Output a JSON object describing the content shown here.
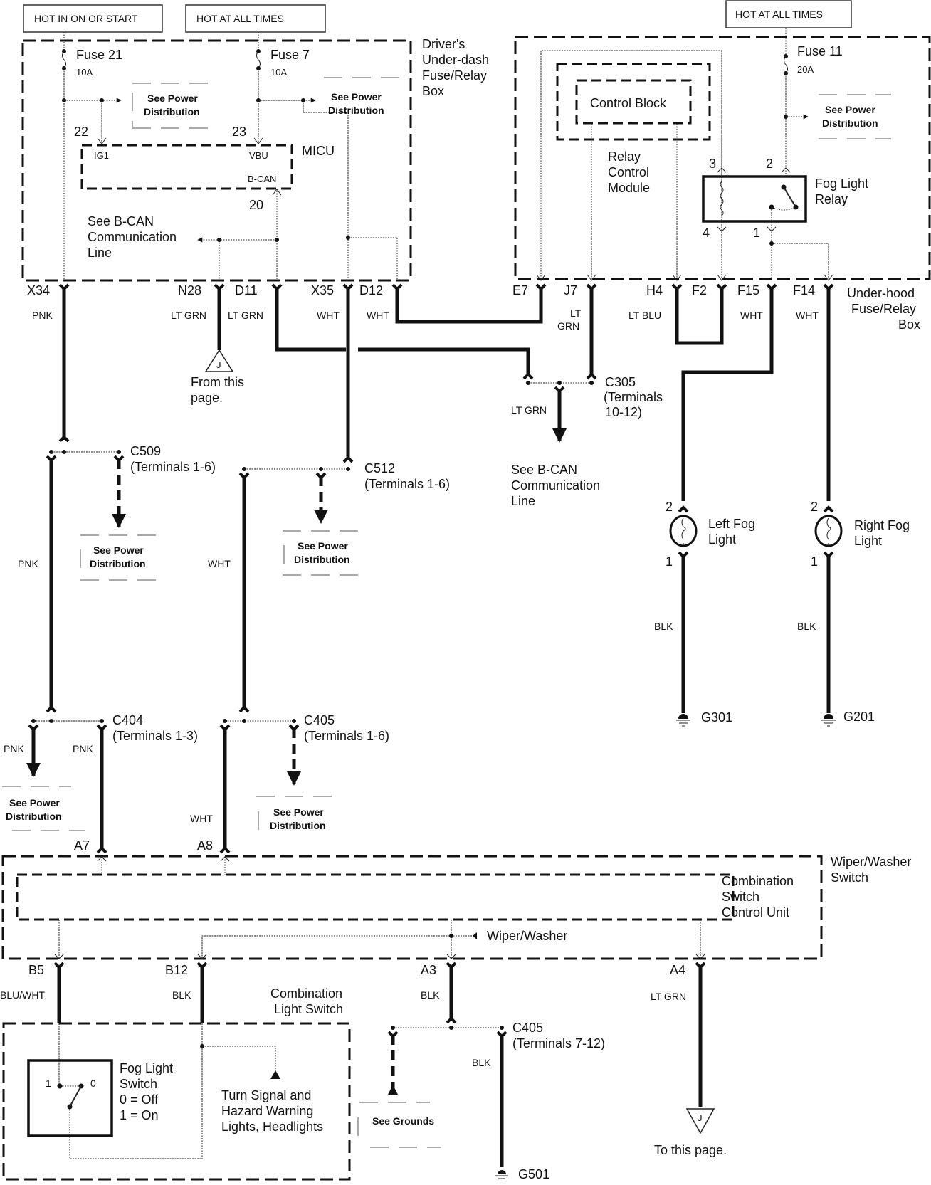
{
  "diagram": {
    "power_labels": {
      "hot_in_on_or_start": "HOT IN ON OR START",
      "hot_at_all_times_1": "HOT AT ALL TIMES",
      "hot_at_all_times_2": "HOT AT ALL TIMES"
    },
    "drivers_box": {
      "title_lines": [
        "Driver's",
        "Under-dash",
        "Fuse/Relay",
        "Box"
      ],
      "fuse21": {
        "name": "Fuse 21",
        "rating": "10A"
      },
      "fuse7": {
        "name": "Fuse 7",
        "rating": "10A"
      },
      "micu": {
        "name": "MICU",
        "pin_ig1": "IG1",
        "pin_vbu": "VBU",
        "pin_bcan": "B-CAN",
        "term_22": "22",
        "term_23": "23",
        "term_20": "20"
      },
      "bcan_ref_lines": [
        "See B-CAN",
        "Communication",
        "Line"
      ]
    },
    "see_power_distribution": [
      "See Power",
      "Distribution"
    ],
    "see_grounds": "See Grounds",
    "underhood_box": {
      "title_lines": [
        "Under-hood",
        "Fuse/Relay",
        "Box"
      ],
      "control_block": "Control Block",
      "relay_control_module_lines": [
        "Relay",
        "Control",
        "Module"
      ],
      "fuse11": {
        "name": "Fuse 11",
        "rating": "20A"
      },
      "fog_relay_lines": [
        "Fog Light",
        "Relay"
      ],
      "relay_pins": {
        "p1": "1",
        "p2": "2",
        "p3": "3",
        "p4": "4"
      }
    },
    "connectors": {
      "X34": "X34",
      "N28": "N28",
      "D11": "D11",
      "X35": "X35",
      "D12": "D12",
      "E7": "E7",
      "J7": "J7",
      "H4": "H4",
      "F2": "F2",
      "F15": "F15",
      "F14": "F14",
      "A7": "A7",
      "A8": "A8",
      "B5": "B5",
      "B12": "B12",
      "A3": "A3",
      "A4": "A4"
    },
    "wire_colors": {
      "x34": "PNK",
      "n28": "LT GRN",
      "d11": "LT GRN",
      "x35": "WHT",
      "d12": "WHT",
      "j7_line1": "LT",
      "j7_line2": "GRN",
      "h4": "LT BLU",
      "f15": "WHT",
      "f14": "WHT",
      "c305_out": "LT GRN",
      "c509_down": "PNK",
      "c512_down": "WHT",
      "c404_left": "PNK",
      "c404_right": "PNK",
      "c405_a8": "WHT",
      "left_fog_gnd": "BLK",
      "right_fog_gnd": "BLK",
      "b5": "BLU/WHT",
      "b12": "BLK",
      "a3": "BLK",
      "a4": "LT GRN",
      "c405_g501": "BLK"
    },
    "junctions": {
      "c509": {
        "name": "C509",
        "terminals": "(Terminals 1-6)"
      },
      "c512": {
        "name": "C512",
        "terminals": "(Terminals 1-6)"
      },
      "c305": {
        "name": "C305",
        "terminals_lines": [
          "(Terminals",
          "10-12)"
        ]
      },
      "c404": {
        "name": "C404",
        "terminals": "(Terminals 1-3)"
      },
      "c405_upper": {
        "name": "C405",
        "terminals": "(Terminals 1-6)"
      },
      "c405_lower": {
        "name": "C405",
        "terminals": "(Terminals 7-12)"
      }
    },
    "page_refs": {
      "j_symbol": "J",
      "from_this_page_lines": [
        "From this",
        "page."
      ],
      "to_this_page": "To this page."
    },
    "fog_lights": {
      "left_lines": [
        "Left Fog",
        "Light"
      ],
      "right_lines": [
        "Right Fog",
        "Light"
      ],
      "pin2": "2",
      "pin1": "1"
    },
    "grounds": {
      "g301": "G301",
      "g201": "G201",
      "g501": "G501"
    },
    "wiper_switch": {
      "title_lines": [
        "Wiper/Washer",
        "Switch"
      ],
      "control_unit_lines": [
        "Combination",
        "Switch",
        "Control Unit"
      ],
      "wiper_washer_ref": "Wiper/Washer"
    },
    "light_switch": {
      "title_lines": [
        "Combination",
        "Light Switch"
      ],
      "fog_switch_lines": [
        "Fog Light",
        "Switch",
        "0 = Off",
        "1 = On"
      ],
      "pos_1": "1",
      "pos_0": "0",
      "turn_signal_lines": [
        "Turn Signal and",
        "Hazard Warning",
        "Lights, Headlights"
      ]
    }
  }
}
